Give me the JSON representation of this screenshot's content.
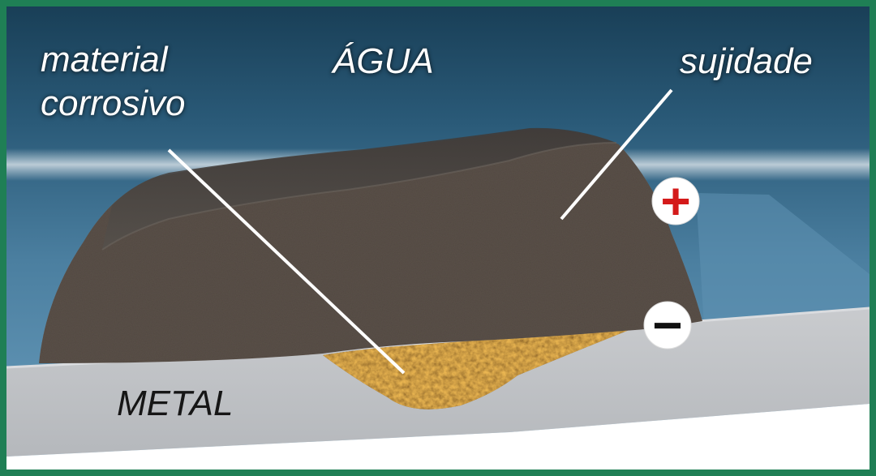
{
  "labels": {
    "water": "ÁGUA",
    "corrosive_line1": "material",
    "corrosive_line2": "corrosivo",
    "dirt": "sujidade",
    "metal": "METAL"
  },
  "charges": {
    "positive": "+",
    "negative": "−"
  },
  "colors": {
    "border": "#1f7f55",
    "water_top": "#1c4e69",
    "water_bottom": "#4e86a7",
    "dirt": "#5a5048",
    "corrosion": "#8a5a1e",
    "metal": "#c2c4c7",
    "positive_sign": "#d41a1a",
    "negative_sign": "#111111"
  }
}
